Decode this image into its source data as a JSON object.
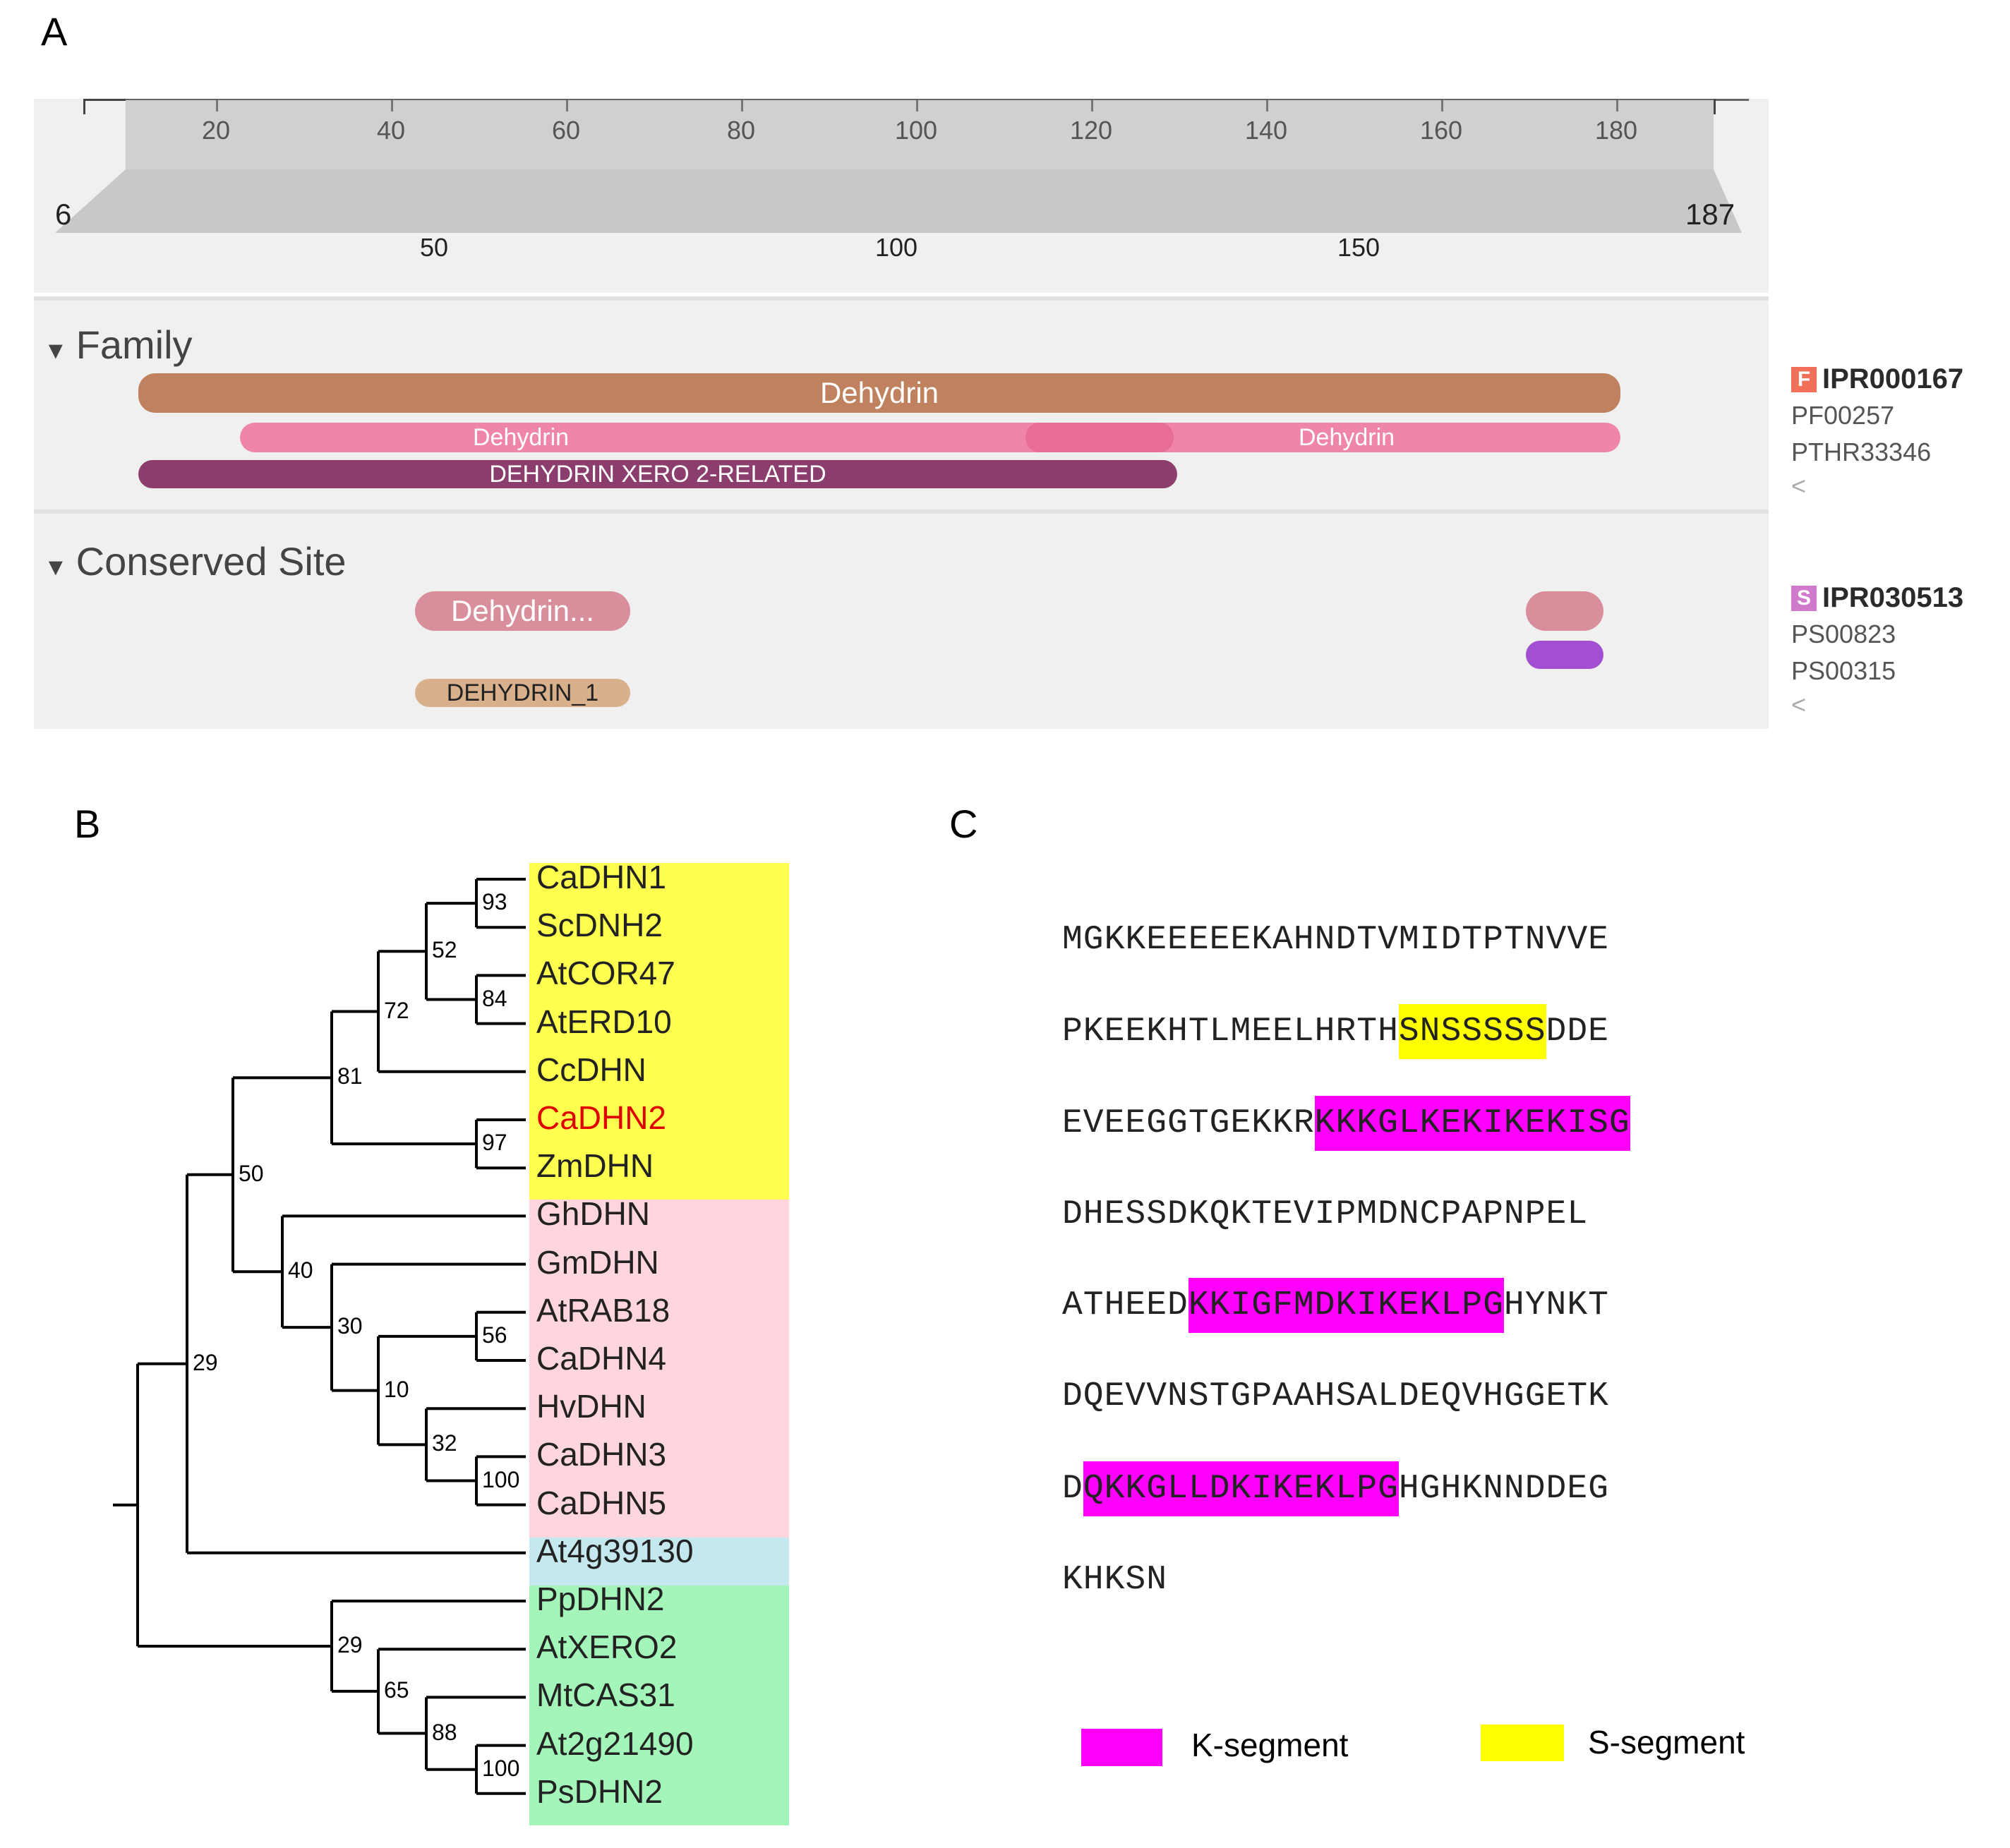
{
  "panels": {
    "a": "A",
    "b": "B",
    "c": "C"
  },
  "ruler": {
    "top_ticks": [
      "20",
      "40",
      "60",
      "80",
      "100",
      "120",
      "140",
      "160",
      "180"
    ],
    "start": "6",
    "end": "187",
    "bottom_ticks": [
      "50",
      "100",
      "150"
    ]
  },
  "family": {
    "title": "Family",
    "bar_main": "Dehydrin",
    "bar_pink_1": "Dehydrin",
    "bar_pink_2": "Dehydrin",
    "bar_xero": "DEHYDRIN XERO 2-RELATED",
    "entry": {
      "badge": "F",
      "id": "IPR000167",
      "sub1": "PF00257",
      "sub2": "PTHR33346",
      "chevron": "<"
    },
    "colors": {
      "main": "#c0815e",
      "pink": "#ef86aa",
      "xero": "#8b3d6d",
      "badge": "#f2705a"
    }
  },
  "conserved": {
    "title": "Conserved Site",
    "bar_1": "Dehydrin...",
    "bar_2": "DEHYDRIN_1",
    "entry": {
      "badge": "S",
      "id": "IPR030513",
      "sub1": "PS00823",
      "sub2": "PS00315",
      "chevron": "<"
    },
    "colors": {
      "rose": "#d98e9b",
      "tan": "#d9b08c",
      "purple": "#a24fd1",
      "badge": "#d07acb"
    }
  },
  "tree": {
    "taxa": [
      "CaDHN1",
      "ScDNH2",
      "AtCOR47",
      "AtERD10",
      "CcDHN",
      "CaDHN2",
      "ZmDHN",
      "GhDHN",
      "GmDHN",
      "AtRAB18",
      "CaDHN4",
      "HvDHN",
      "CaDHN3",
      "CaDHN5",
      "At4g39130",
      "PpDHN2",
      "AtXERO2",
      "MtCAS31",
      "At2g21490",
      "PsDHN2"
    ],
    "highlight_taxon": "CaDHN2",
    "bootstrap": [
      "93",
      "52",
      "84",
      "72",
      "81",
      "97",
      "50",
      "40",
      "30",
      "56",
      "10",
      "32",
      "100",
      "29",
      "29",
      "65",
      "88",
      "100"
    ],
    "group_colors": {
      "yellow": "#ffff4f",
      "pink": "#ffd6de",
      "blue": "#c5e7ee",
      "green": "#a3f5b9",
      "highlight": "#e00000"
    }
  },
  "sequence": {
    "lines": [
      [
        {
          "t": "MGKKEEEEEKAHNDTVMIDTPTNVVE",
          "h": ""
        }
      ],
      [
        {
          "t": "PKEEKHTLMEELHRTH",
          "h": ""
        },
        {
          "t": "SNSSSSS",
          "h": "s"
        },
        {
          "t": "DDE",
          "h": ""
        }
      ],
      [
        {
          "t": "EVEEGGTGEKKR",
          "h": ""
        },
        {
          "t": "KKKGLKEKIKEKISG",
          "h": "k"
        }
      ],
      [
        {
          "t": "DHESSDKQKTEVIPMDNCPAPNPEL",
          "h": ""
        }
      ],
      [
        {
          "t": "ATHEED",
          "h": ""
        },
        {
          "t": "KKIGFMDKIKEKLPG",
          "h": "k"
        },
        {
          "t": "HYNKT",
          "h": ""
        }
      ],
      [
        {
          "t": "DQEVVNSTGPAAHSALDEQVHGGETK",
          "h": ""
        }
      ],
      [
        {
          "t": "D",
          "h": ""
        },
        {
          "t": "QKKGLLDKIKEKLPG",
          "h": "k"
        },
        {
          "t": "HGHKNNDDEG",
          "h": ""
        }
      ],
      [
        {
          "t": "KHKSN",
          "h": ""
        }
      ]
    ],
    "legend": {
      "k_label": "K-segment",
      "s_label": "S-segment",
      "k_color": "#ff00ff",
      "s_color": "#ffff00"
    }
  }
}
